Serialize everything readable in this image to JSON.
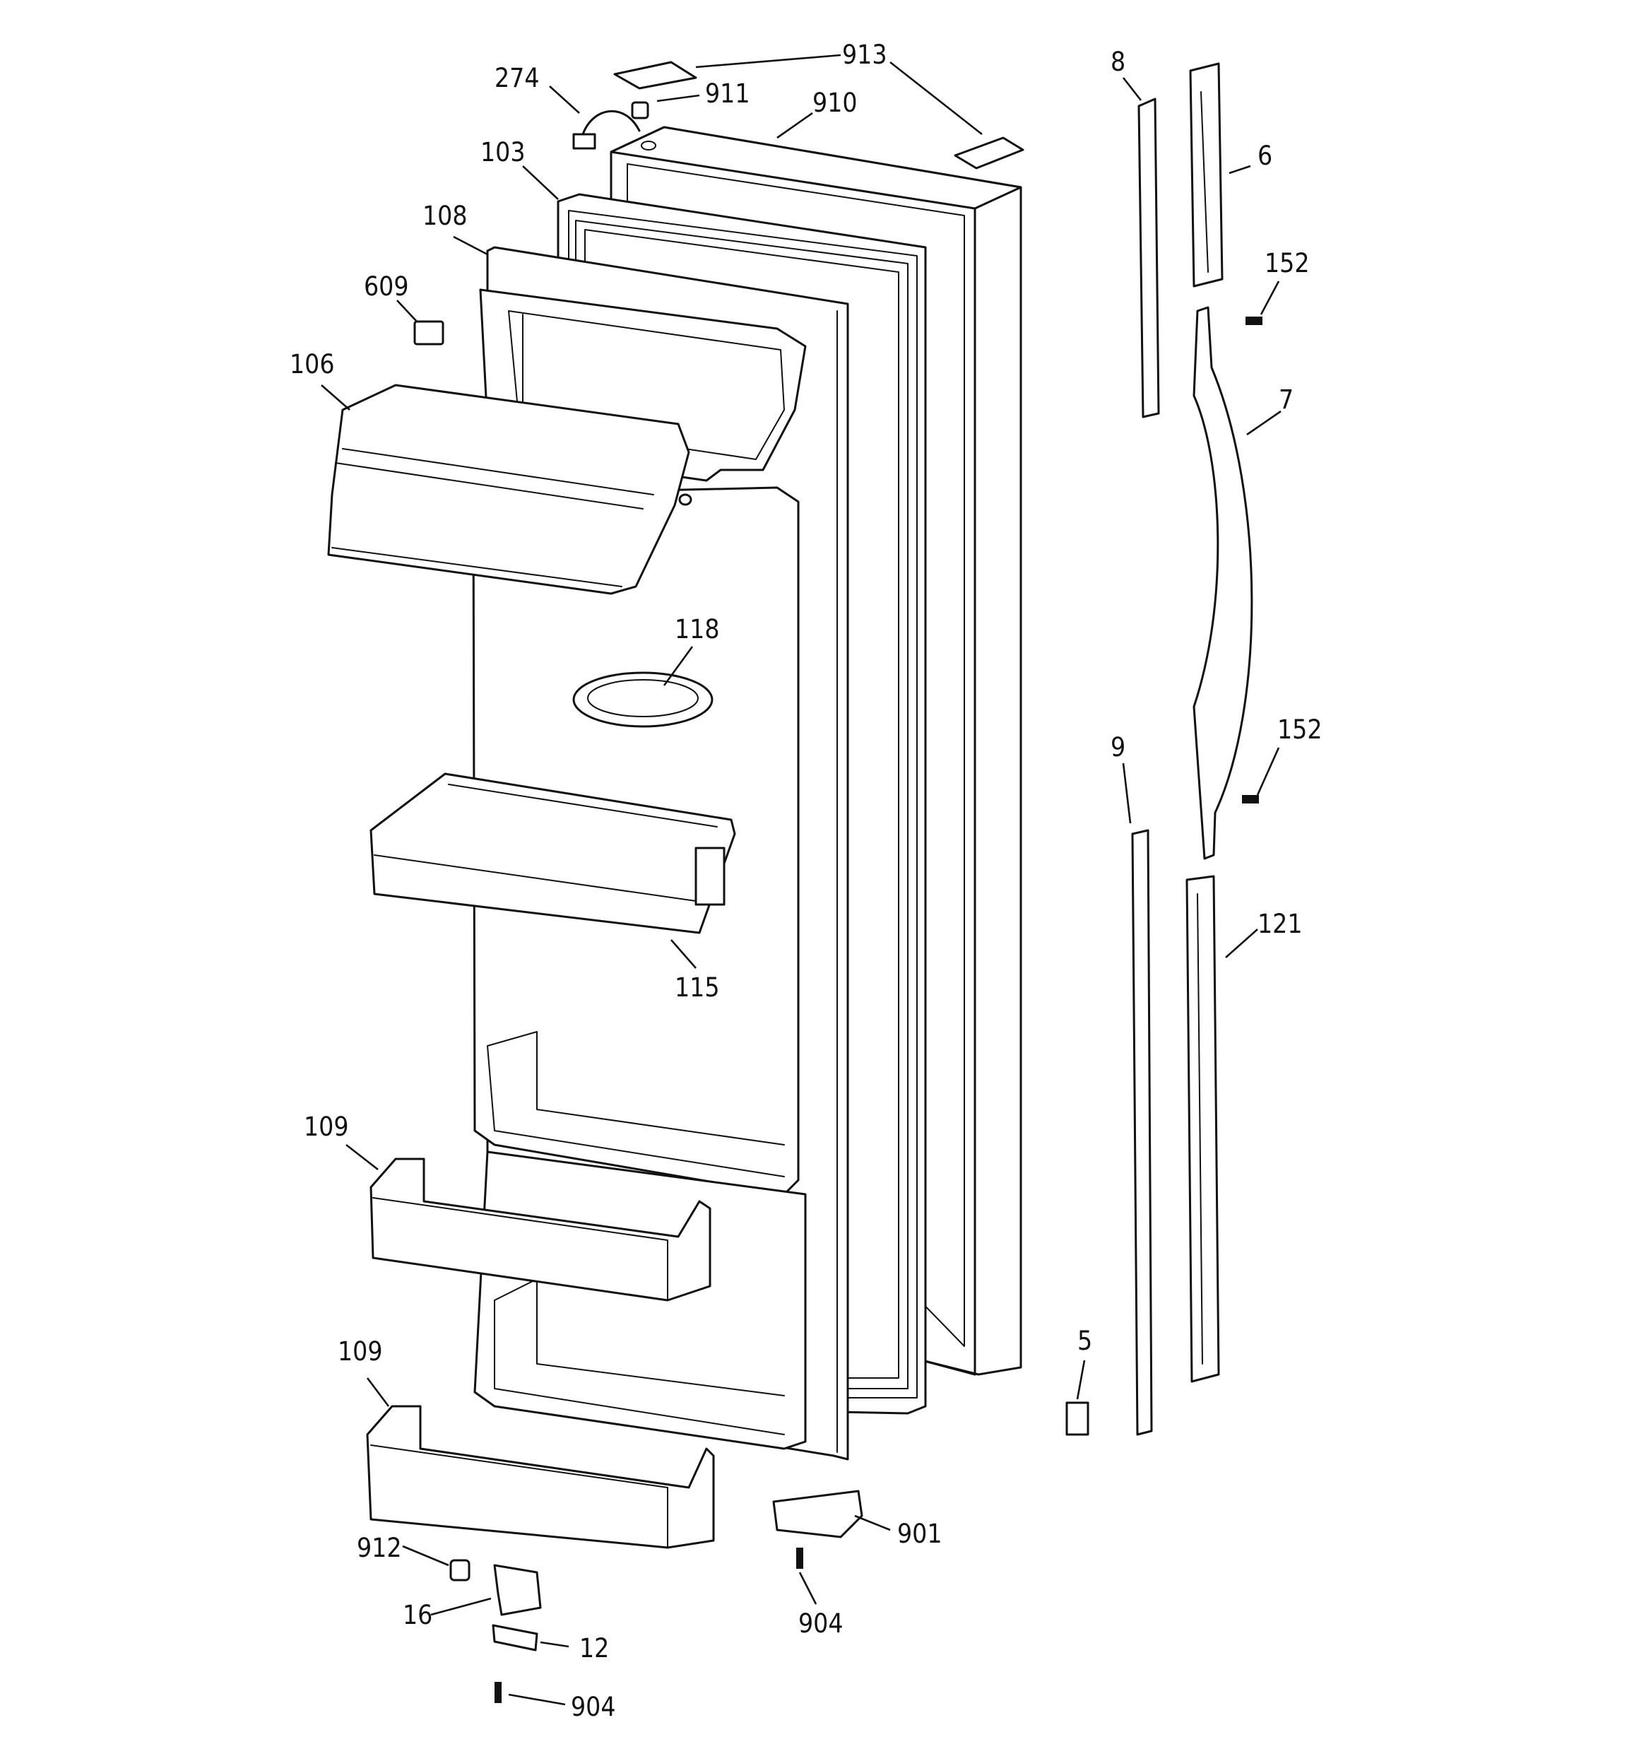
{
  "callouts": {
    "c913": "913",
    "c274": "274",
    "c911": "911",
    "c910": "910",
    "c103": "103",
    "c108": "108",
    "c609": "609",
    "c106": "106",
    "c118": "118",
    "c115": "115",
    "c109a": "109",
    "c109b": "109",
    "c912": "912",
    "c16": "16",
    "c12": "12",
    "c904a": "904",
    "c904b": "904",
    "c901": "901",
    "c8": "8",
    "c6": "6",
    "c152a": "152",
    "c7": "7",
    "c152b": "152",
    "c9": "9",
    "c121": "121",
    "c5": "5"
  }
}
